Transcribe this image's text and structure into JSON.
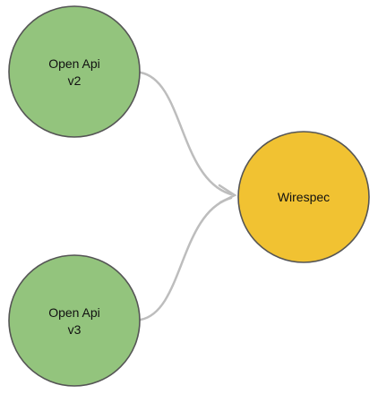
{
  "diagram": {
    "nodes": {
      "openapi_v2": {
        "line1": "Open Api",
        "line2": "v2",
        "fill": "#93c47d"
      },
      "openapi_v3": {
        "line1": "Open Api",
        "line2": "v3",
        "fill": "#93c47d"
      },
      "wirespec": {
        "label": "Wirespec",
        "fill": "#f1c232"
      }
    },
    "edges": [
      {
        "from": "Open Api v2",
        "to": "Wirespec"
      },
      {
        "from": "Open Api v3",
        "to": "Wirespec"
      }
    ],
    "colors": {
      "edge": "#bdbdbd",
      "node_stroke": "#555555",
      "text": "#111111"
    }
  }
}
